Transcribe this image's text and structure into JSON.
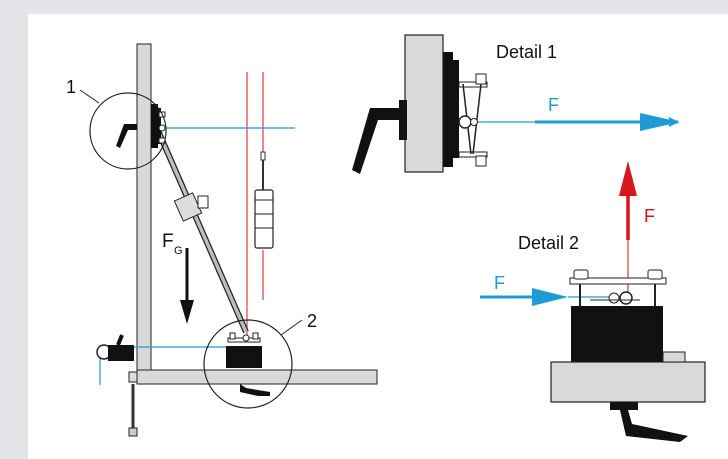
{
  "labels": {
    "callout_1": "1",
    "callout_2": "2",
    "detail_1_title": "Detail 1",
    "detail_2_title": "Detail 2",
    "force_gravity_main": "F",
    "force_gravity_sub": "G",
    "force_detail1": "F",
    "force_detail2_up": "F",
    "force_detail2_left": "F"
  },
  "colors": {
    "background": "#e3e5e8",
    "panel": "#ffffff",
    "frame_gray": "#d9d9d9",
    "outline": "#222222",
    "black": "#111111",
    "blue": "#1e9ad6",
    "red": "#d8141c"
  },
  "icons": [
    "lever-clamp-icon",
    "weight-icon",
    "arrow-icon"
  ]
}
